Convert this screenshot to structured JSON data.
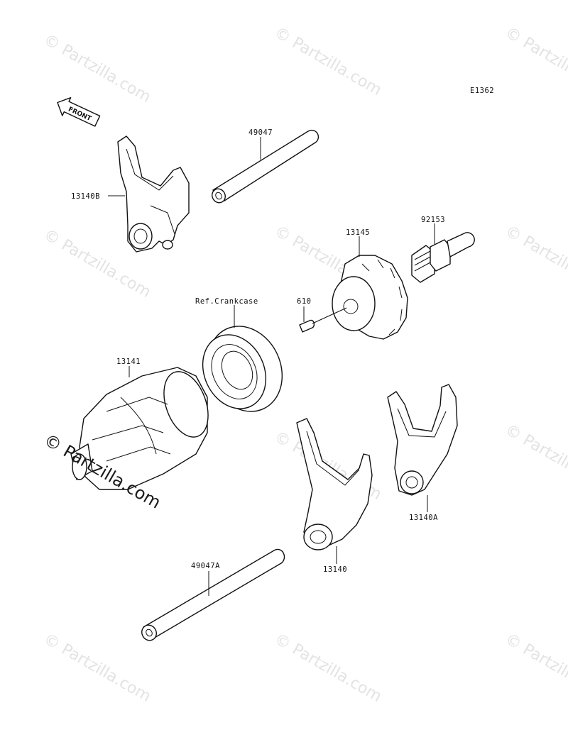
{
  "diagram_code": "E1362",
  "front_label": "FRONT",
  "watermark": {
    "text": "© Partzilla.com"
  },
  "callouts": {
    "shaft_upper": "49047",
    "fork_left": "13140B",
    "stopper": "92153",
    "operating_plate": "13145",
    "crankcase_ref": "Ref.Crankcase",
    "pin": "610",
    "drum": "13141",
    "fork_right": "13140A",
    "fork_center": "13140",
    "shaft_lower": "49047A"
  }
}
